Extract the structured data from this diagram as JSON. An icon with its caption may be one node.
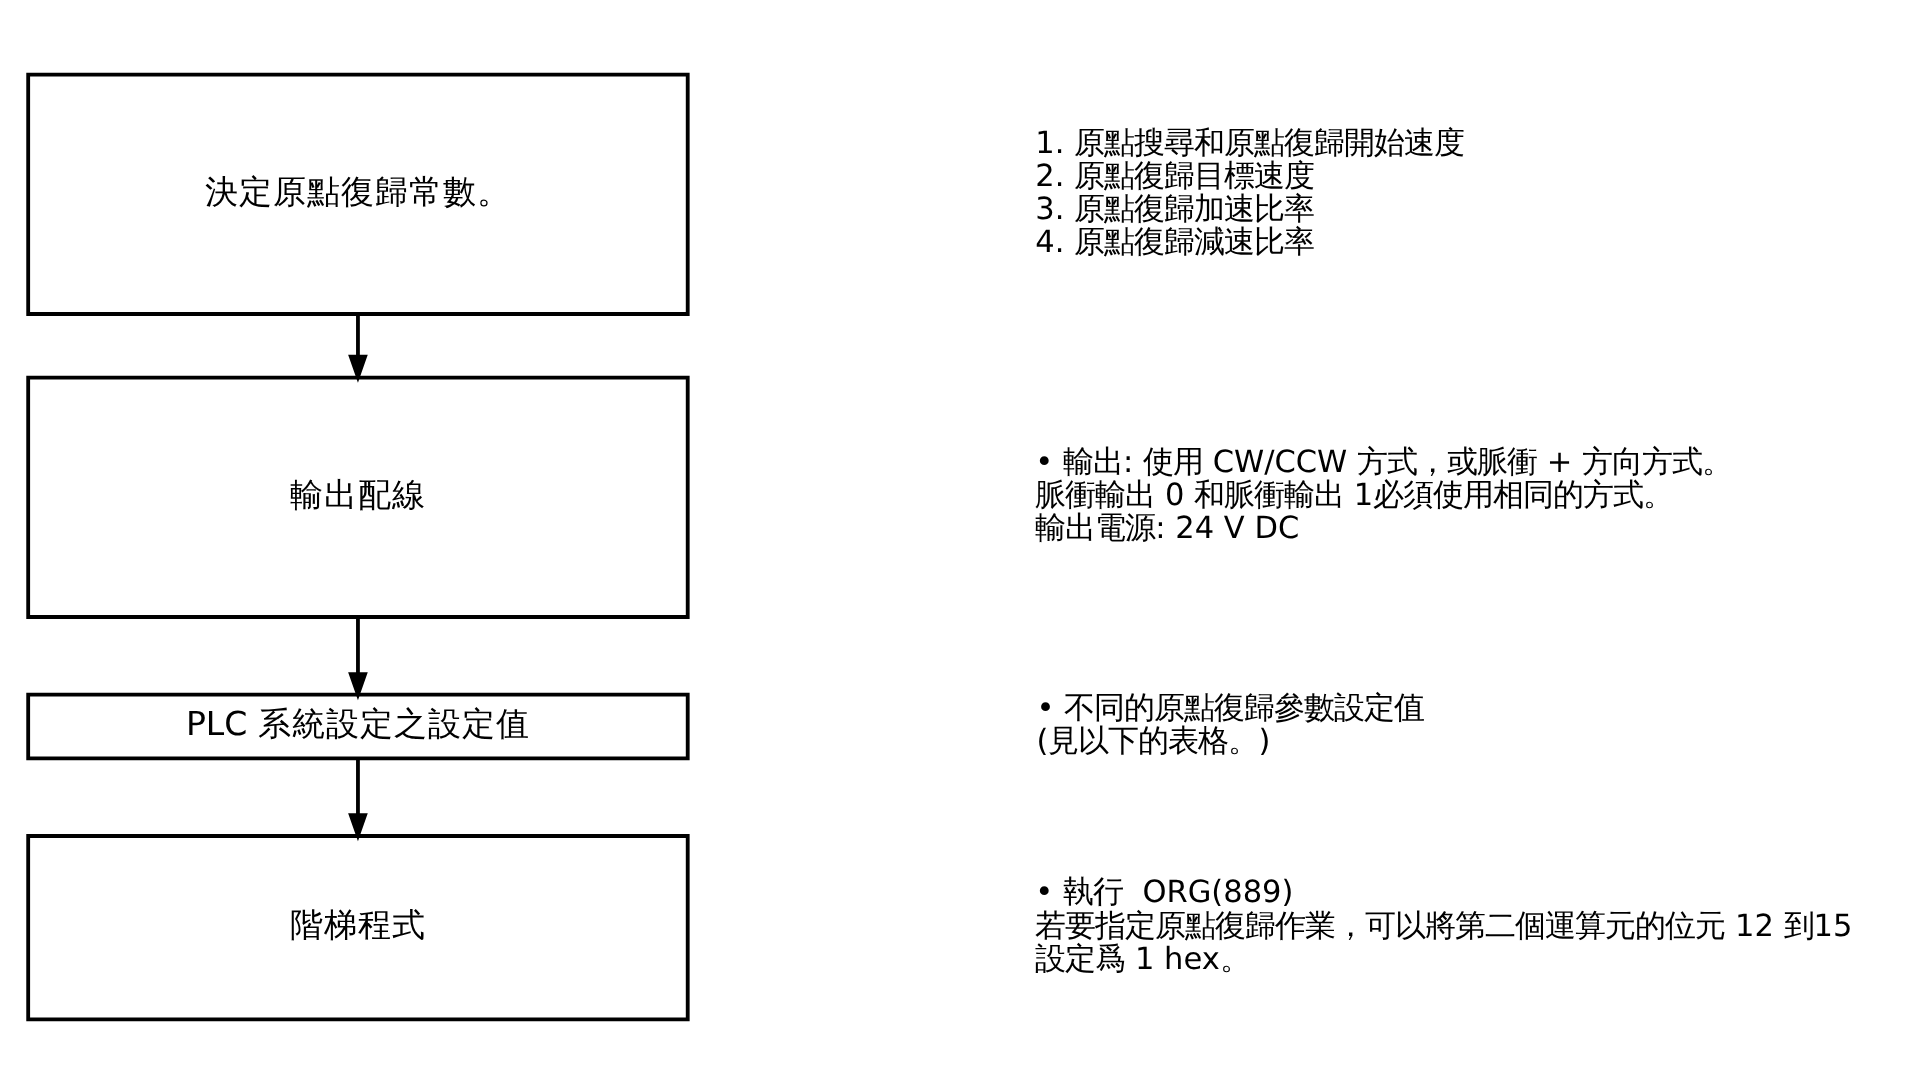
{
  "diagram": {
    "nodes": [
      {
        "text": [
          "決定原點復歸常數。"
        ],
        "beside": [
          "1. 原點搜尋和原點復歸開始速度",
          "2. 原點復歸目標速度",
          "3. 原點復歸加速比率",
          "4. 原點復歸減速比率"
        ]
      },
      {
        "text": [
          "輸出配線"
        ],
        "beside": [
          "• 輸出: 使用 CW/CCW 方式，或脈衝 + 方向方式。脈衝輸出 0 和脈衝輸出 1必須使用相同的方式。",
          "輸出電源: 24 V DC"
        ]
      },
      {
        "text": [
          "PLC 系統設定之設定值"
        ],
        "beside": [
          "• 不同的原點復歸參數設定值",
          "(見以下的表格。)"
        ]
      },
      {
        "text": [
          "階梯程式"
        ],
        "beside": [
          "• 執行  ORG(889)",
          "若要指定原點復歸作業，可以將第二個運算元的位元 12 到15 設定爲 1 hex。"
        ]
      }
    ],
    "edges": [
      {
        "from": 0,
        "to": 1,
        "arrow": "to"
      },
      {
        "from": 1,
        "to": 2,
        "arrow": "to"
      },
      {
        "from": 2,
        "to": 3,
        "arrow": "to"
      }
    ]
  }
}
